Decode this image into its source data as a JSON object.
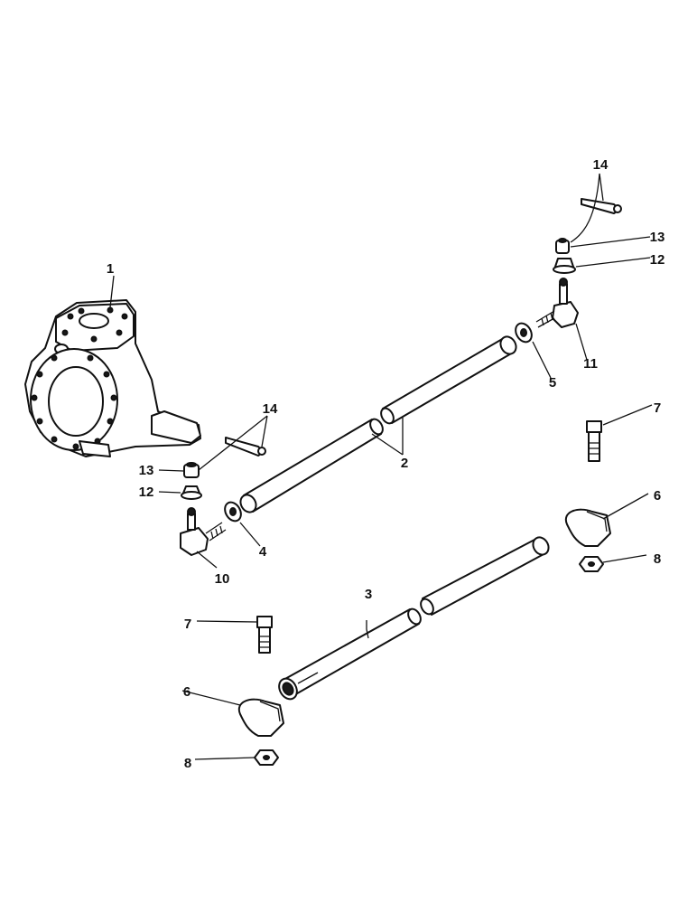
{
  "diagram": {
    "callouts": {
      "c1": "1",
      "c2": "2",
      "c3": "3",
      "c4": "4",
      "c5": "5",
      "c6a": "6",
      "c6b": "6",
      "c7a": "7",
      "c7b": "7",
      "c8a": "8",
      "c8b": "8",
      "c10": "10",
      "c11": "11",
      "c12a": "12",
      "c12b": "12",
      "c13a": "13",
      "c13b": "13",
      "c14a": "14",
      "c14b": "14"
    },
    "colors": {
      "ink": "#111111",
      "paper": "#ffffff"
    }
  }
}
